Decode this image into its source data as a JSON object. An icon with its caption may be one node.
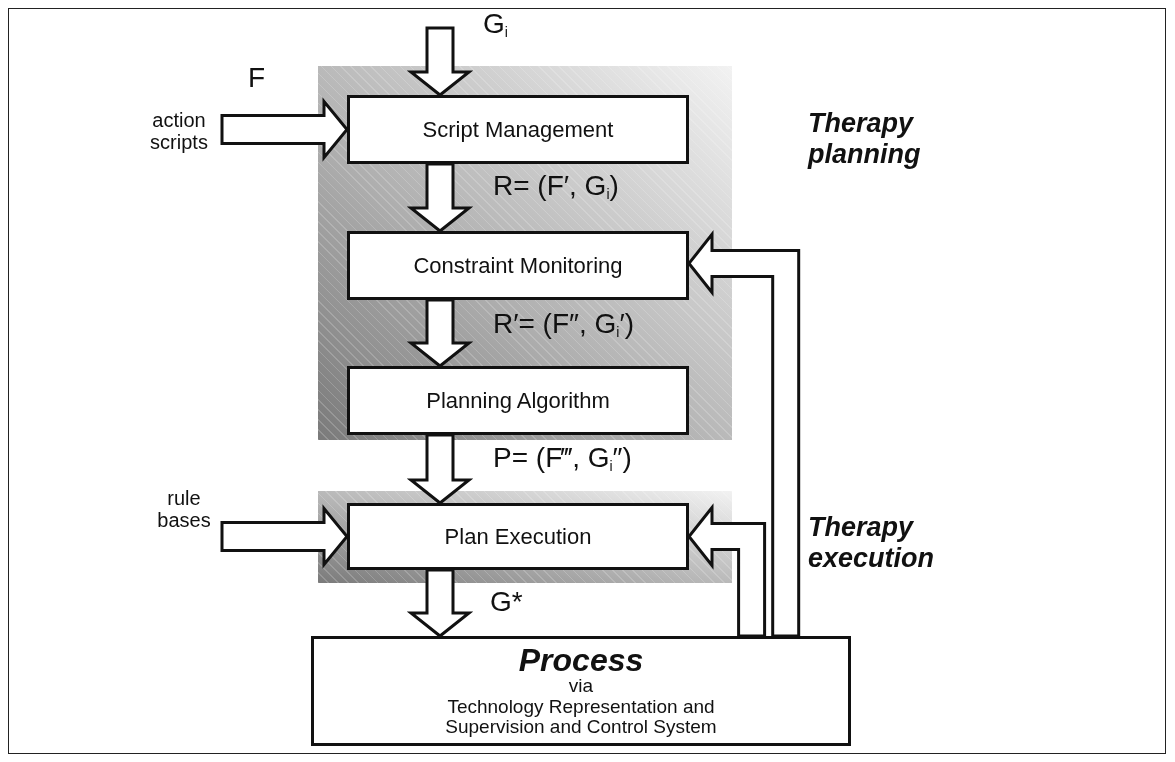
{
  "diagram": {
    "nodes": [
      {
        "text": [],
        "shape": "box",
        "beside": [
          "Therapy planning"
        ]
      },
      {
        "text": [
          "Script Management"
        ],
        "in": 0
      },
      {
        "text": [
          "Constraint Monitoring"
        ],
        "in": 0
      },
      {
        "text": [
          "Planning Algorithm"
        ],
        "in": 0
      },
      {
        "text": [],
        "shape": "box",
        "beside": [
          "Therapy execution"
        ]
      },
      {
        "text": [
          "Plan Execution"
        ],
        "in": 4
      },
      {
        "text": [
          "Process",
          "via",
          "Technology Representation and Supervision and Control System"
        ]
      },
      {
        "text": [
          "action scripts"
        ]
      },
      {
        "text": [
          "rule bases"
        ]
      }
    ],
    "edges": [
      {
        "from": null,
        "to": 1,
        "arrow": "to",
        "label": "G$_{i}$"
      },
      {
        "from": 7,
        "to": 1,
        "arrow": "to",
        "label": "F"
      },
      {
        "from": 1,
        "to": 2,
        "arrow": "to",
        "label": "R= (F′, G$_{i}$)"
      },
      {
        "from": 2,
        "to": 3,
        "arrow": "to",
        "label": "R′= (F″, G$_{i}$′)"
      },
      {
        "from": 3,
        "to": 5,
        "arrow": "to",
        "label": "P= (F‴, G$_{i}$″)"
      },
      {
        "from": 8,
        "to": 5,
        "arrow": "to"
      },
      {
        "from": 5,
        "to": 6,
        "arrow": "to",
        "label": "G*"
      },
      {
        "from": 6,
        "to": 2,
        "arrow": "to"
      },
      {
        "from": 6,
        "to": 5,
        "arrow": "to"
      }
    ]
  }
}
